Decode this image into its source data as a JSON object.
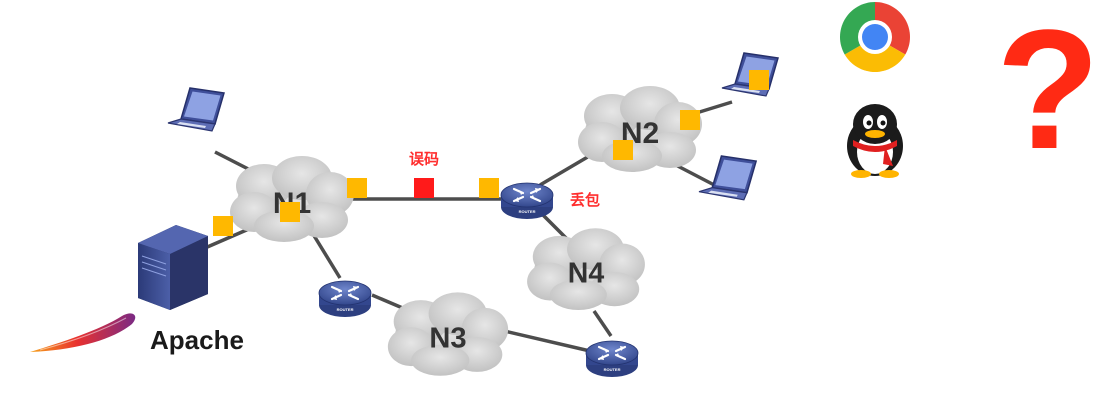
{
  "clouds": [
    {
      "id": "N1",
      "label": "N1"
    },
    {
      "id": "N2",
      "label": "N2"
    },
    {
      "id": "N3",
      "label": "N3"
    },
    {
      "id": "N4",
      "label": "N4"
    }
  ],
  "annotations": {
    "bit_error": "误码",
    "packet_loss": "丢包"
  },
  "router_caption": "ROUTER",
  "apache_label": "Apache",
  "question_mark": "?",
  "colors": {
    "marker": "#ffb800",
    "error_marker": "#ff1a1a",
    "annotation": "#ff2e2e",
    "router": "#3f58a8",
    "cloud": "#d4d4d4",
    "link": "#4d4d4d"
  },
  "icons": [
    "laptop-icon",
    "server-icon",
    "router-icon",
    "cloud-icon",
    "chrome-icon",
    "qq-penguin-icon",
    "apache-feather-icon",
    "question-mark-icon"
  ]
}
